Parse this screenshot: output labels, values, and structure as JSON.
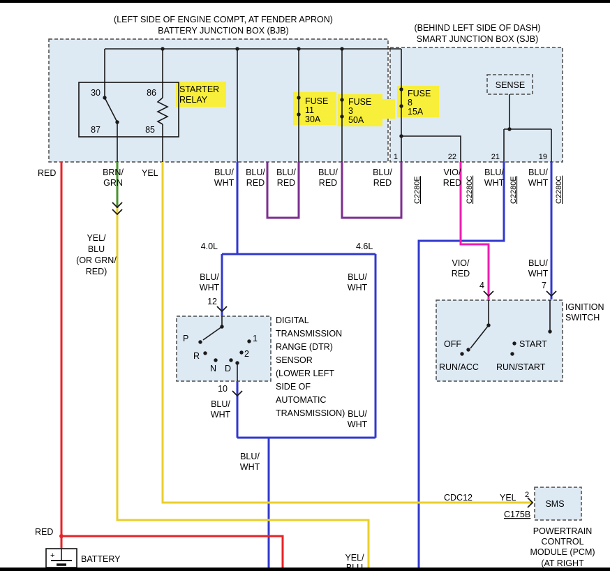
{
  "header": {
    "bjb_location": "(LEFT SIDE OF ENGINE COMPT, AT FENDER APRON)",
    "bjb_name": "BATTERY JUNCTION BOX (BJB)",
    "sjb_location": "(BEHIND LEFT SIDE OF DASH)",
    "sjb_name": "SMART JUNCTION BOX (SJB)"
  },
  "relay": {
    "highlight": [
      "STARTER",
      "RELAY"
    ],
    "pin30": "30",
    "pin86": "86",
    "pin87": "87",
    "pin85": "85"
  },
  "fuse11": {
    "name": "FUSE",
    "num": "11",
    "amp": "30A"
  },
  "fuse3": {
    "name": "FUSE",
    "num": "3",
    "amp": "50A"
  },
  "fuse8": {
    "name": "FUSE",
    "num": "8",
    "amp": "15A"
  },
  "sjb": {
    "sense": "SENSE",
    "pin1": "1",
    "pin22": "22",
    "pin21": "21",
    "pin19": "19",
    "conn1": "C2280E",
    "conn22": "C2280C",
    "conn21": "C2280E",
    "conn19": "C2280C"
  },
  "wire_labels": {
    "red": "RED",
    "brn_grn": [
      "BRN/",
      "GRN"
    ],
    "yel": "YEL",
    "blu_wht": [
      "BLU/",
      "WHT"
    ],
    "blu_red_a": [
      "BLU/",
      "RED"
    ],
    "blu_red_b": [
      "BLU/",
      "RED"
    ],
    "blu_red_c": [
      "BLU/",
      "RED"
    ],
    "blu_red_d": [
      "BLU/",
      "RED"
    ],
    "vio_red": [
      "VIO/",
      "RED"
    ],
    "blu_wht_21": [
      "BLU/",
      "WHT"
    ],
    "blu_wht_19": [
      "BLU/",
      "WHT"
    ],
    "yel_blu_alt": [
      "YEL/",
      "BLU",
      "(OR GRN/",
      "RED)"
    ],
    "engine_40": "4.0L",
    "engine_46": "4.6L",
    "blu_wht_40": [
      "BLU/",
      "WHT"
    ],
    "blu_wht_46": [
      "BLU/",
      "WHT"
    ],
    "pin12": "12",
    "pin10": "10",
    "blu_wht_10": [
      "BLU/",
      "WHT"
    ],
    "blu_wht_46b": [
      "BLU/",
      "WHT"
    ],
    "blu_wht_merged": [
      "BLU/",
      "WHT"
    ],
    "vio_red_4": [
      "VIO/",
      "RED"
    ],
    "pin4": "4",
    "blu_wht_7": [
      "BLU/",
      "WHT"
    ],
    "pin7": "7",
    "yel_blu_bottom": [
      "YEL/",
      "BLU"
    ],
    "red_bottom": "RED"
  },
  "dtr": {
    "note": [
      "DIGITAL",
      "TRANSMISSION",
      "RANGE (DTR)",
      "SENSOR",
      "(LOWER LEFT",
      "SIDE OF",
      "AUTOMATIC",
      "TRANSMISSION)"
    ],
    "pos_p": "P",
    "pos_r": "R",
    "pos_n": "N",
    "pos_d": "D",
    "pos_1": "1",
    "pos_2": "2"
  },
  "ignition": {
    "title": [
      "IGNITION",
      "SWITCH"
    ],
    "off": "OFF",
    "start": "START",
    "run_acc": "RUN/ACC",
    "run_start": "RUN/START"
  },
  "pcm": {
    "circuit": "CDC12",
    "wire": "YEL",
    "pin2": "2",
    "connector": "C175B",
    "module": "SMS",
    "note": [
      "POWERTRAIN",
      "CONTROL",
      "MODULE (PCM)",
      "(AT RIGHT"
    ]
  },
  "battery": {
    "label": "BATTERY",
    "plus": "+"
  },
  "colors": {
    "red": "#e62328",
    "green": "#48942e",
    "yellow": "#e9cf2b",
    "blue": "#3038cd",
    "purple": "#7c2e8f",
    "magenta": "#ee1cb0",
    "highlight": "#f8ef3a",
    "box_fill": "#dde9f3"
  }
}
